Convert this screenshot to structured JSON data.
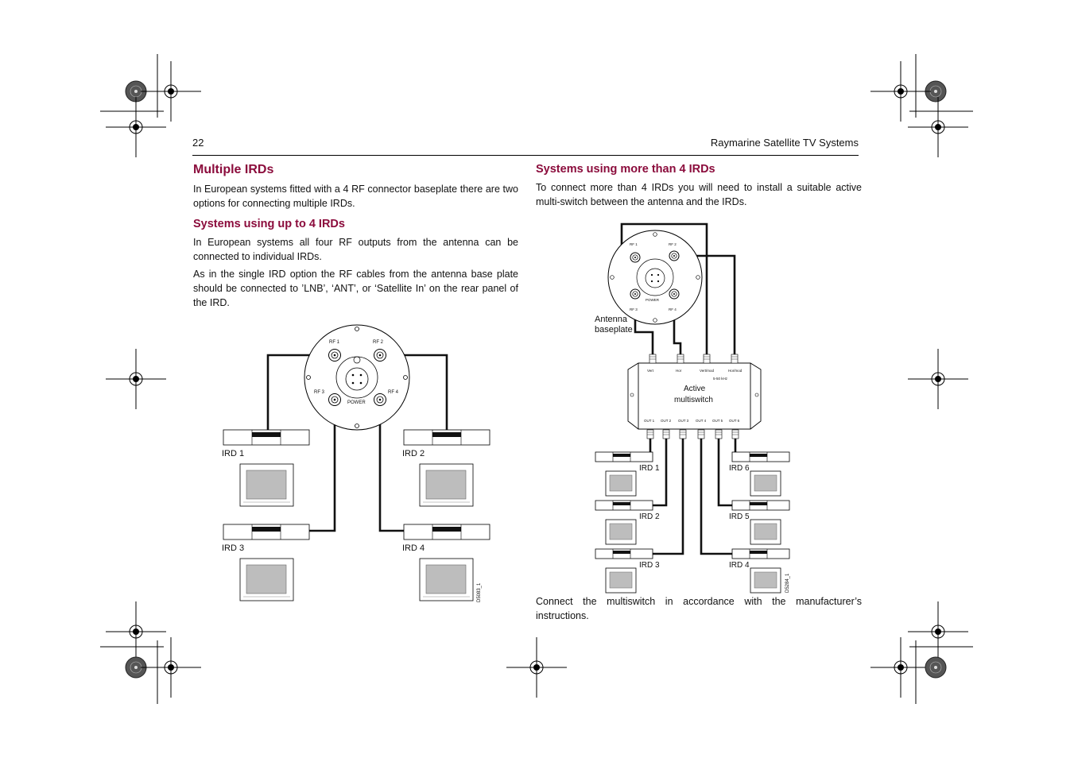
{
  "header": {
    "page_number": "22",
    "running_title": "Raymarine Satellite TV Systems"
  },
  "left": {
    "title": "Multiple IRDs",
    "intro": "In European systems fitted with a 4 RF connector baseplate there are two options for connecting multiple IRDs.",
    "subtitle": "Systems using up to 4 IRDs",
    "p1": "In European systems all four RF outputs from the antenna can be connected to individual IRDs.",
    "p2": "As in the single IRD option the RF cables from the antenna base plate should be connected to ’LNB’, ‘ANT’, or ‘Satellite In’ on the rear panel of the IRD."
  },
  "right": {
    "subtitle": "Systems using more than 4 IRDs",
    "p1": "To connect more than 4 IRDs you will need to install a suitable active multi-switch between the antenna and the IRDs.",
    "p2": "Connect the multiswitch in accordance with the manufacturer’s instructions."
  },
  "diagram1": {
    "rf_labels": [
      "RF 1",
      "RF 2",
      "RF 3",
      "RF 4"
    ],
    "power_label": "POWER",
    "ird_labels": [
      "IRD 1",
      "IRD 2",
      "IRD 3",
      "IRD 4"
    ],
    "ref_code": "D5083_1"
  },
  "diagram2": {
    "rf_labels": [
      "RF 1",
      "RF 2",
      "RF 3",
      "RF 4"
    ],
    "power_label": "POWER",
    "antenna_line1": "Antenna",
    "antenna_line2": "baseplate",
    "switch_line1": "Active",
    "switch_line2": "multiswitch",
    "inputs": [
      "Vert",
      "Hor",
      "Vert/mod",
      "Hor/mod"
    ],
    "freq": "5-50 kHz",
    "outputs": [
      "OUT 1",
      "OUT 2",
      "OUT 3",
      "OUT 4",
      "OUT 5",
      "OUT 6"
    ],
    "ird_labels": [
      "IRD 1",
      "IRD 2",
      "IRD 3",
      "IRD 4",
      "IRD 5",
      "IRD 6"
    ],
    "ref_code": "D5284_1"
  }
}
